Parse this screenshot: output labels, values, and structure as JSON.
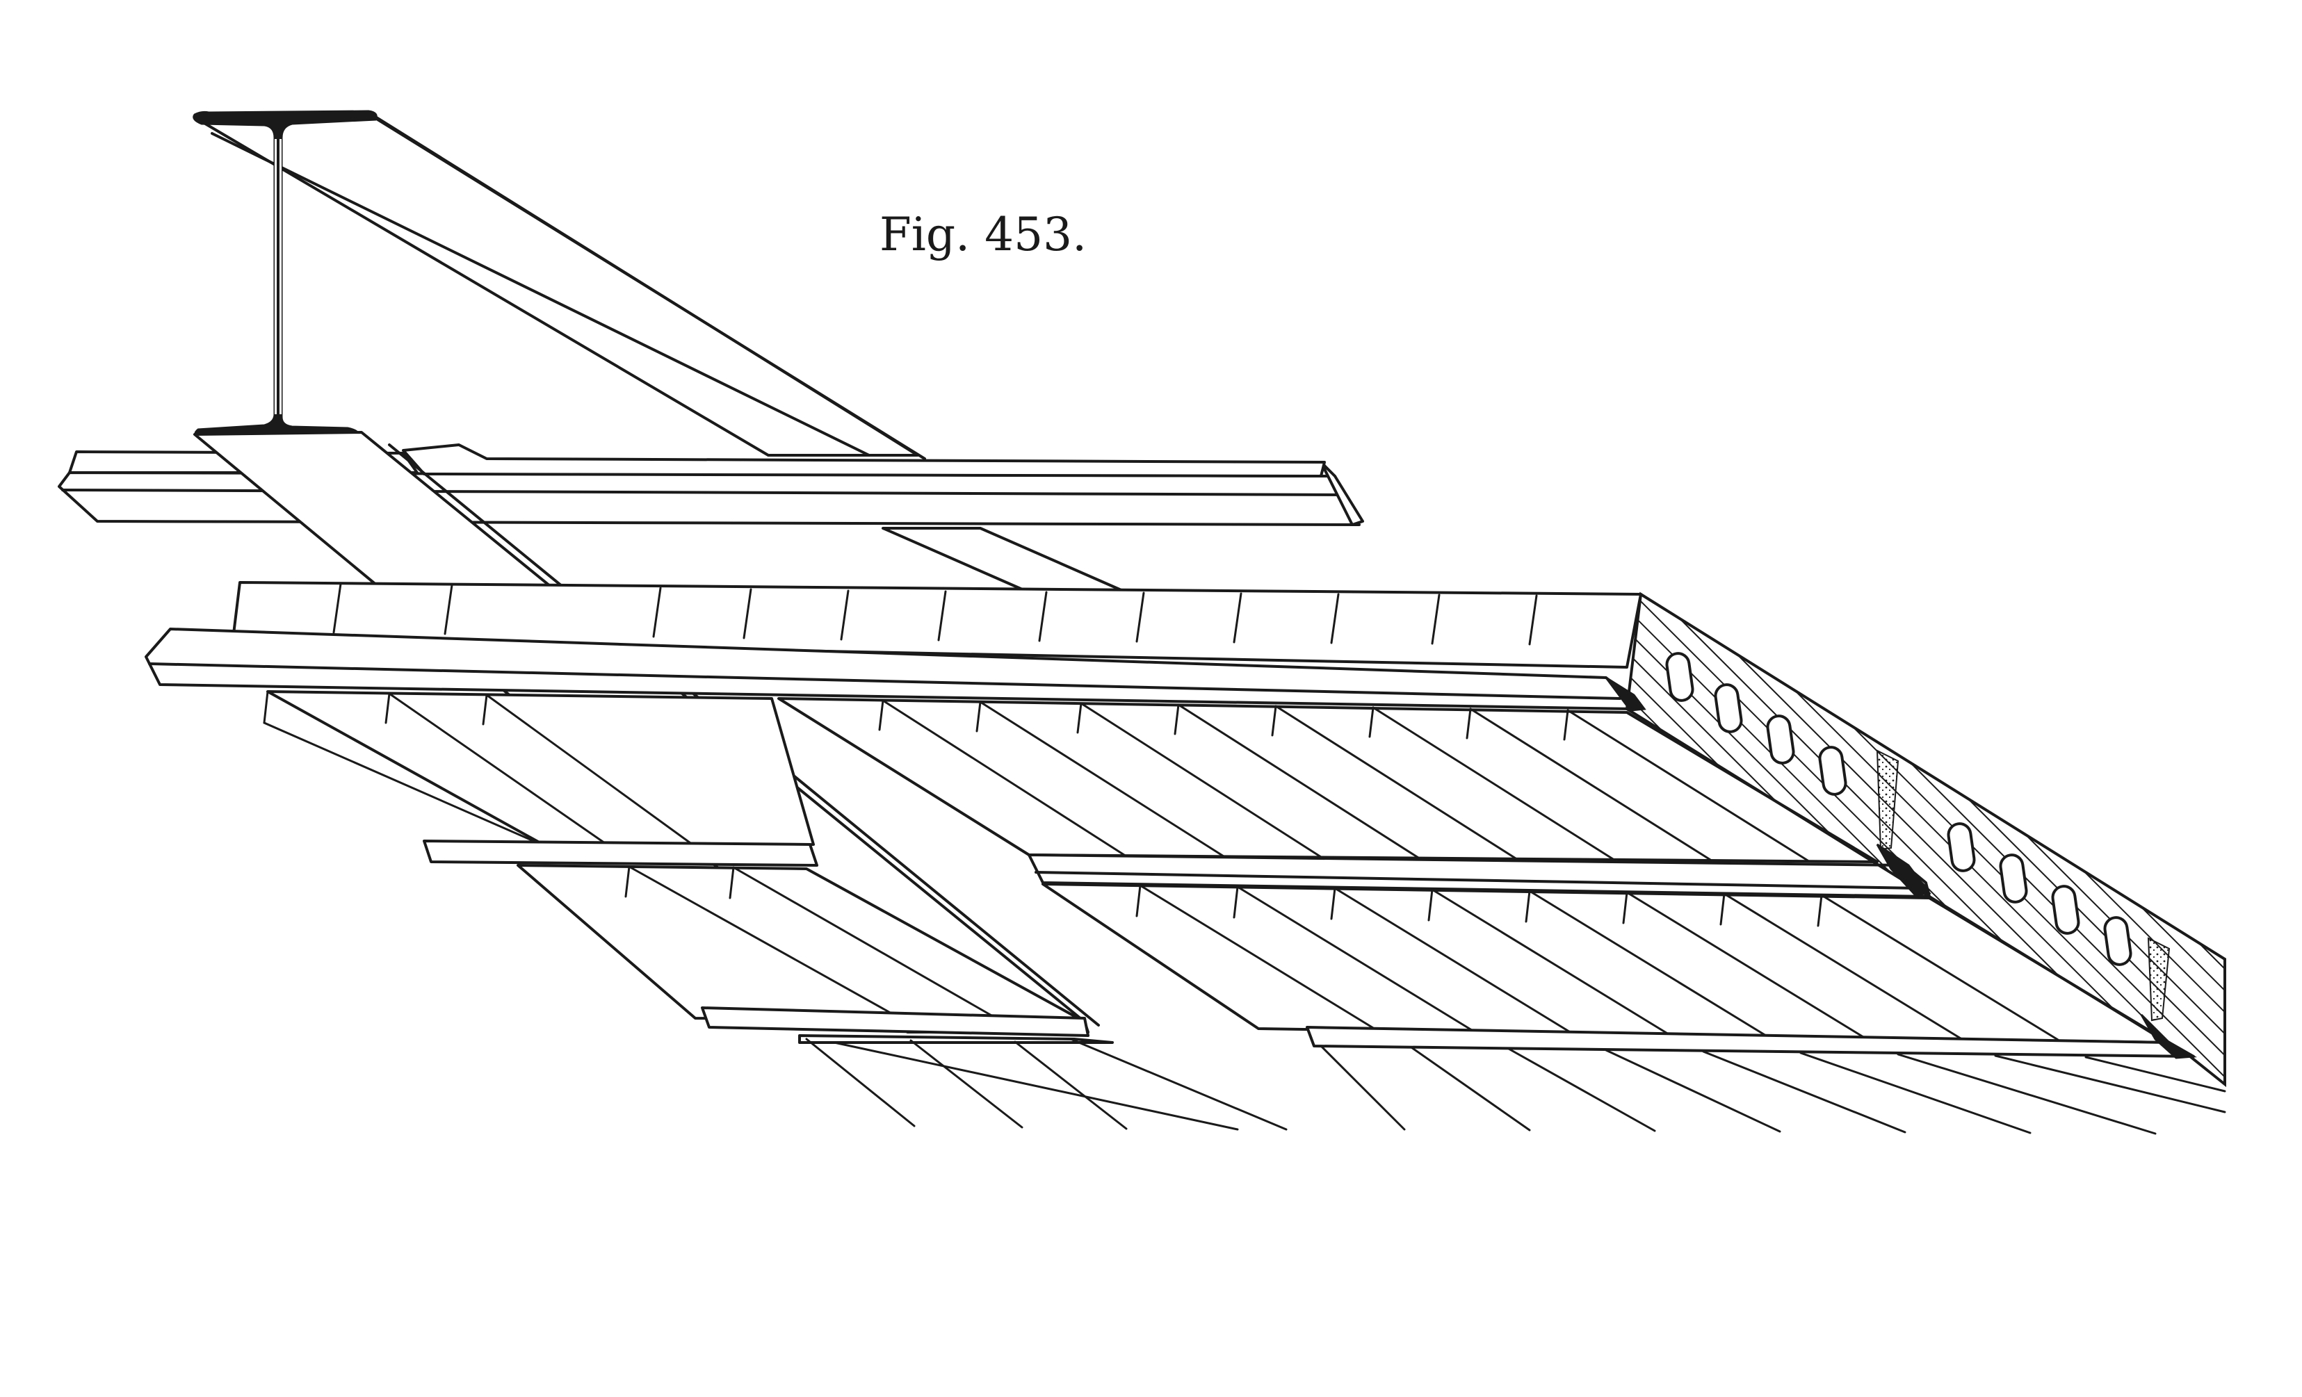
{
  "caption": "Fig. 453.",
  "colors": {
    "ink": "#1a1a1a",
    "paper": "#ffffff"
  },
  "elements": {
    "i_beam": "i-beam-girder",
    "joists": "t-section-joists",
    "slabs": "ceiling-slabs",
    "section": "hollow-brick-section"
  }
}
